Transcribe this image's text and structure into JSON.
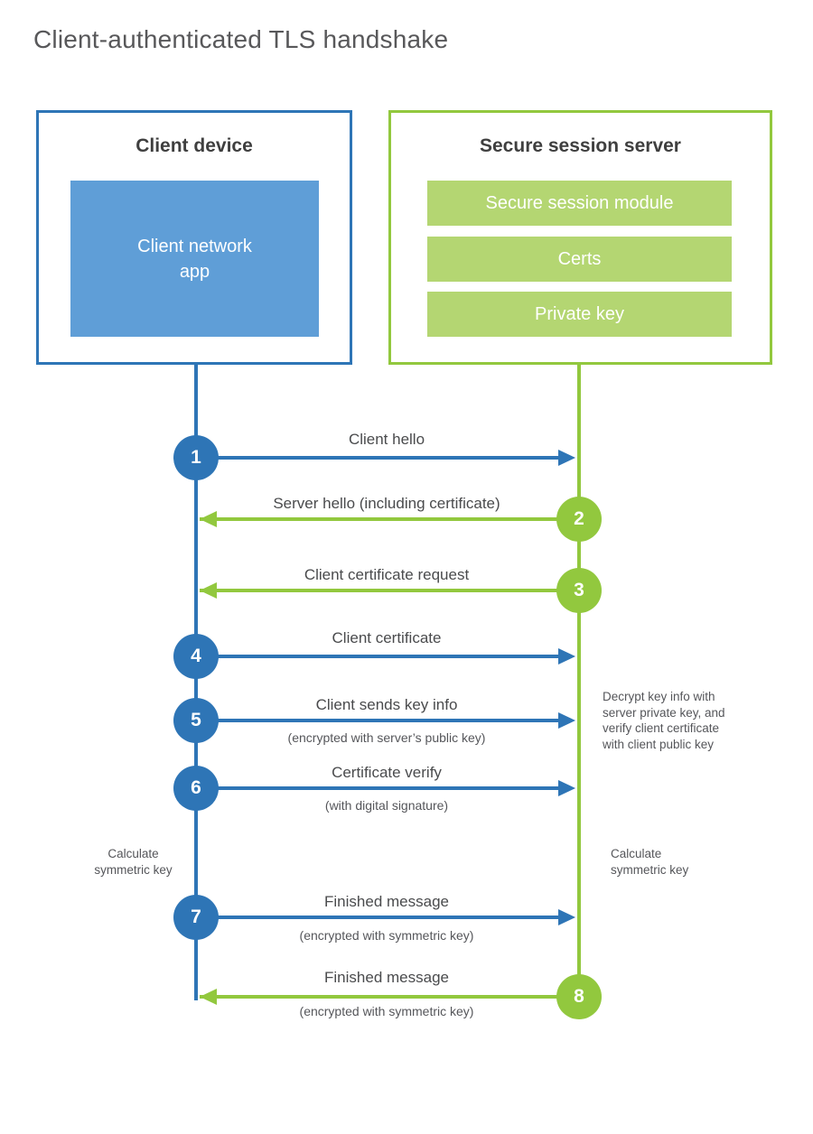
{
  "title": "Client-authenticated TLS handshake",
  "colors": {
    "client_accent": "#2e75b6",
    "client_fill": "#5f9ed7",
    "server_accent": "#92c83e",
    "server_fill": "#b4d672"
  },
  "client_box": {
    "title": "Client device",
    "module": "Client network\napp"
  },
  "server_box": {
    "title": "Secure session server",
    "modules": [
      "Secure session module",
      "Certs",
      "Private key"
    ]
  },
  "steps": [
    {
      "num": "1",
      "from": "client",
      "to": "server",
      "label": "Client hello",
      "sublabel": ""
    },
    {
      "num": "2",
      "from": "server",
      "to": "client",
      "label": "Server hello (including certificate)",
      "sublabel": ""
    },
    {
      "num": "3",
      "from": "server",
      "to": "client",
      "label": "Client certificate request",
      "sublabel": ""
    },
    {
      "num": "4",
      "from": "client",
      "to": "server",
      "label": "Client certificate",
      "sublabel": ""
    },
    {
      "num": "5",
      "from": "client",
      "to": "server",
      "label": "Client sends key info",
      "sublabel": "(encrypted with server’s public key)"
    },
    {
      "num": "6",
      "from": "client",
      "to": "server",
      "label": "Certificate verify",
      "sublabel": "(with digital signature)"
    },
    {
      "num": "7",
      "from": "client",
      "to": "server",
      "label": "Finished message",
      "sublabel": "(encrypted with symmetric key)"
    },
    {
      "num": "8",
      "from": "server",
      "to": "client",
      "label": "Finished message",
      "sublabel": "(encrypted with symmetric key)"
    }
  ],
  "annotations": {
    "server_note": "Decrypt key info with\nserver private key, and\nverify client certificate\nwith client public key",
    "client_calc": "Calculate\nsymmetric key",
    "server_calc": "Calculate\nsymmetric key"
  }
}
